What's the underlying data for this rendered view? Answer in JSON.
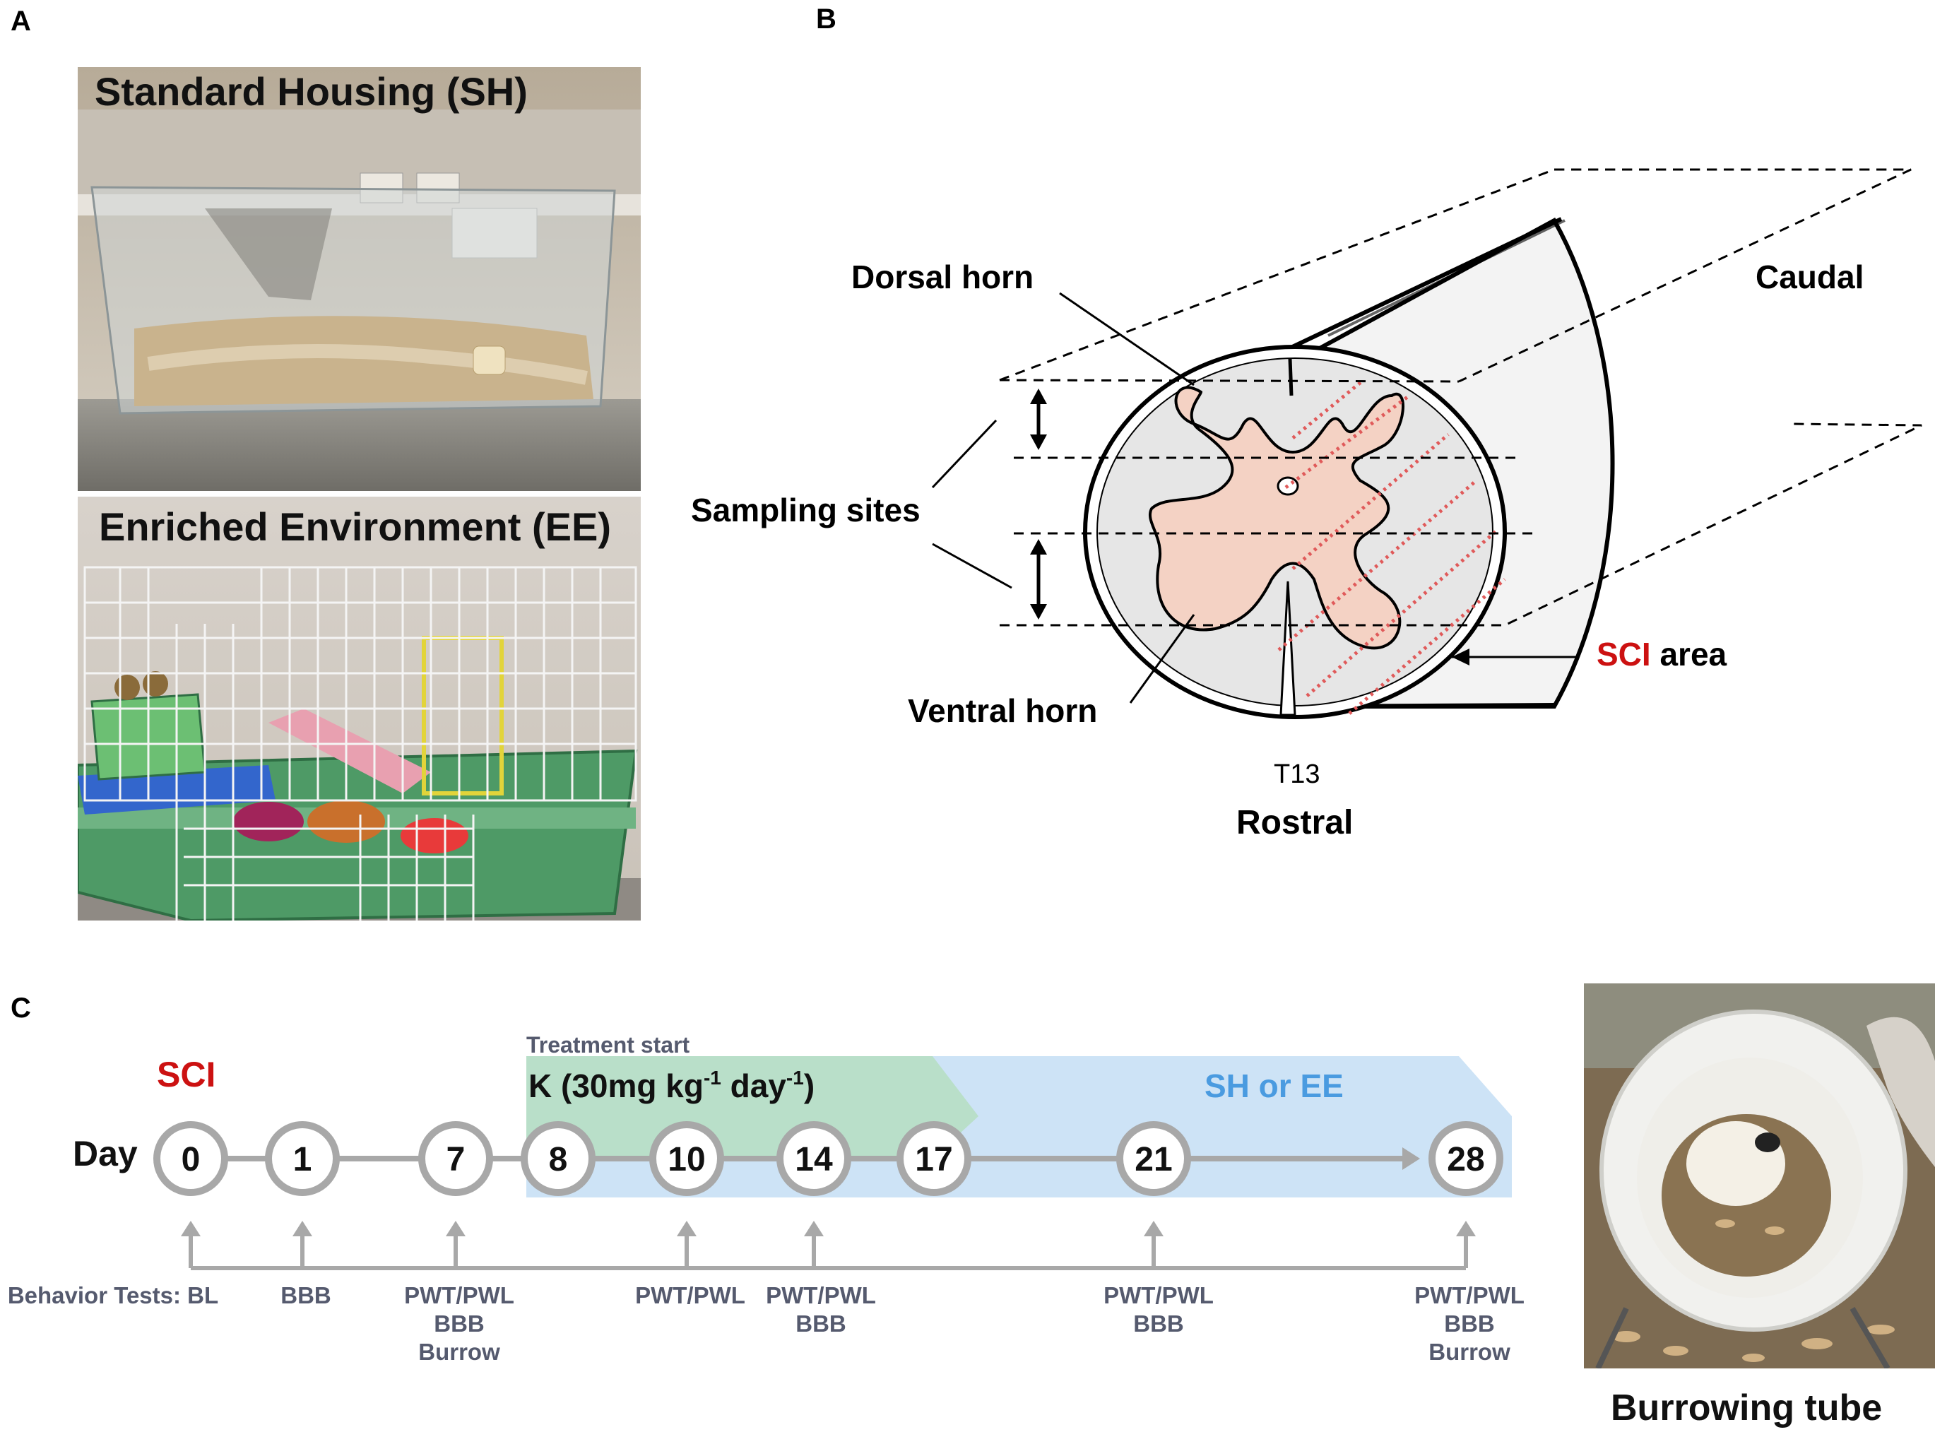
{
  "panel_a": {
    "letter": "A",
    "photo_top_title": "Standard Housing (SH)",
    "photo_bottom_title": "Enriched Environment (EE)"
  },
  "panel_b": {
    "letter": "B",
    "dorsal_horn": "Dorsal horn",
    "caudal": "Caudal",
    "sampling_sites": "Sampling sites",
    "ventral_horn": "Ventral horn",
    "sci_area_prefix": "SCI",
    "sci_area_suffix": " area",
    "t13": "T13",
    "rostral": "Rostral"
  },
  "panel_c": {
    "letter": "C",
    "sci_label": "SCI",
    "day_label": "Day",
    "treatment_start": "Treatment start",
    "treatment_k": "K (30mg kg",
    "treatment_sup1": "-1",
    "treatment_day": " day",
    "treatment_sup2": "-1",
    "treatment_close": ")",
    "sh_or_ee": "SH or EE",
    "days": [
      "0",
      "1",
      "7",
      "8",
      "10",
      "14",
      "17",
      "21",
      "28"
    ],
    "tests": [
      [
        "Behavior Tests: BL"
      ],
      [
        "BBB"
      ],
      [
        "PWT/PWL",
        "BBB",
        "Burrow"
      ],
      [
        "PWT/PWL"
      ],
      [
        "PWT/PWL",
        "BBB"
      ],
      [
        "PWT/PWL",
        "BBB"
      ],
      [
        "PWT/PWL",
        "BBB",
        "Burrow"
      ]
    ],
    "burrowing_tube": "Burrowing tube"
  },
  "colors": {
    "sci_red": "#cc1111",
    "sh_ee_blue": "#4a9be0",
    "treatment_green": "#b9dfc9",
    "timeline_blue": "#cde3f6",
    "gray": "#a8a8a8",
    "horn_fill": "#f4d2c4"
  }
}
